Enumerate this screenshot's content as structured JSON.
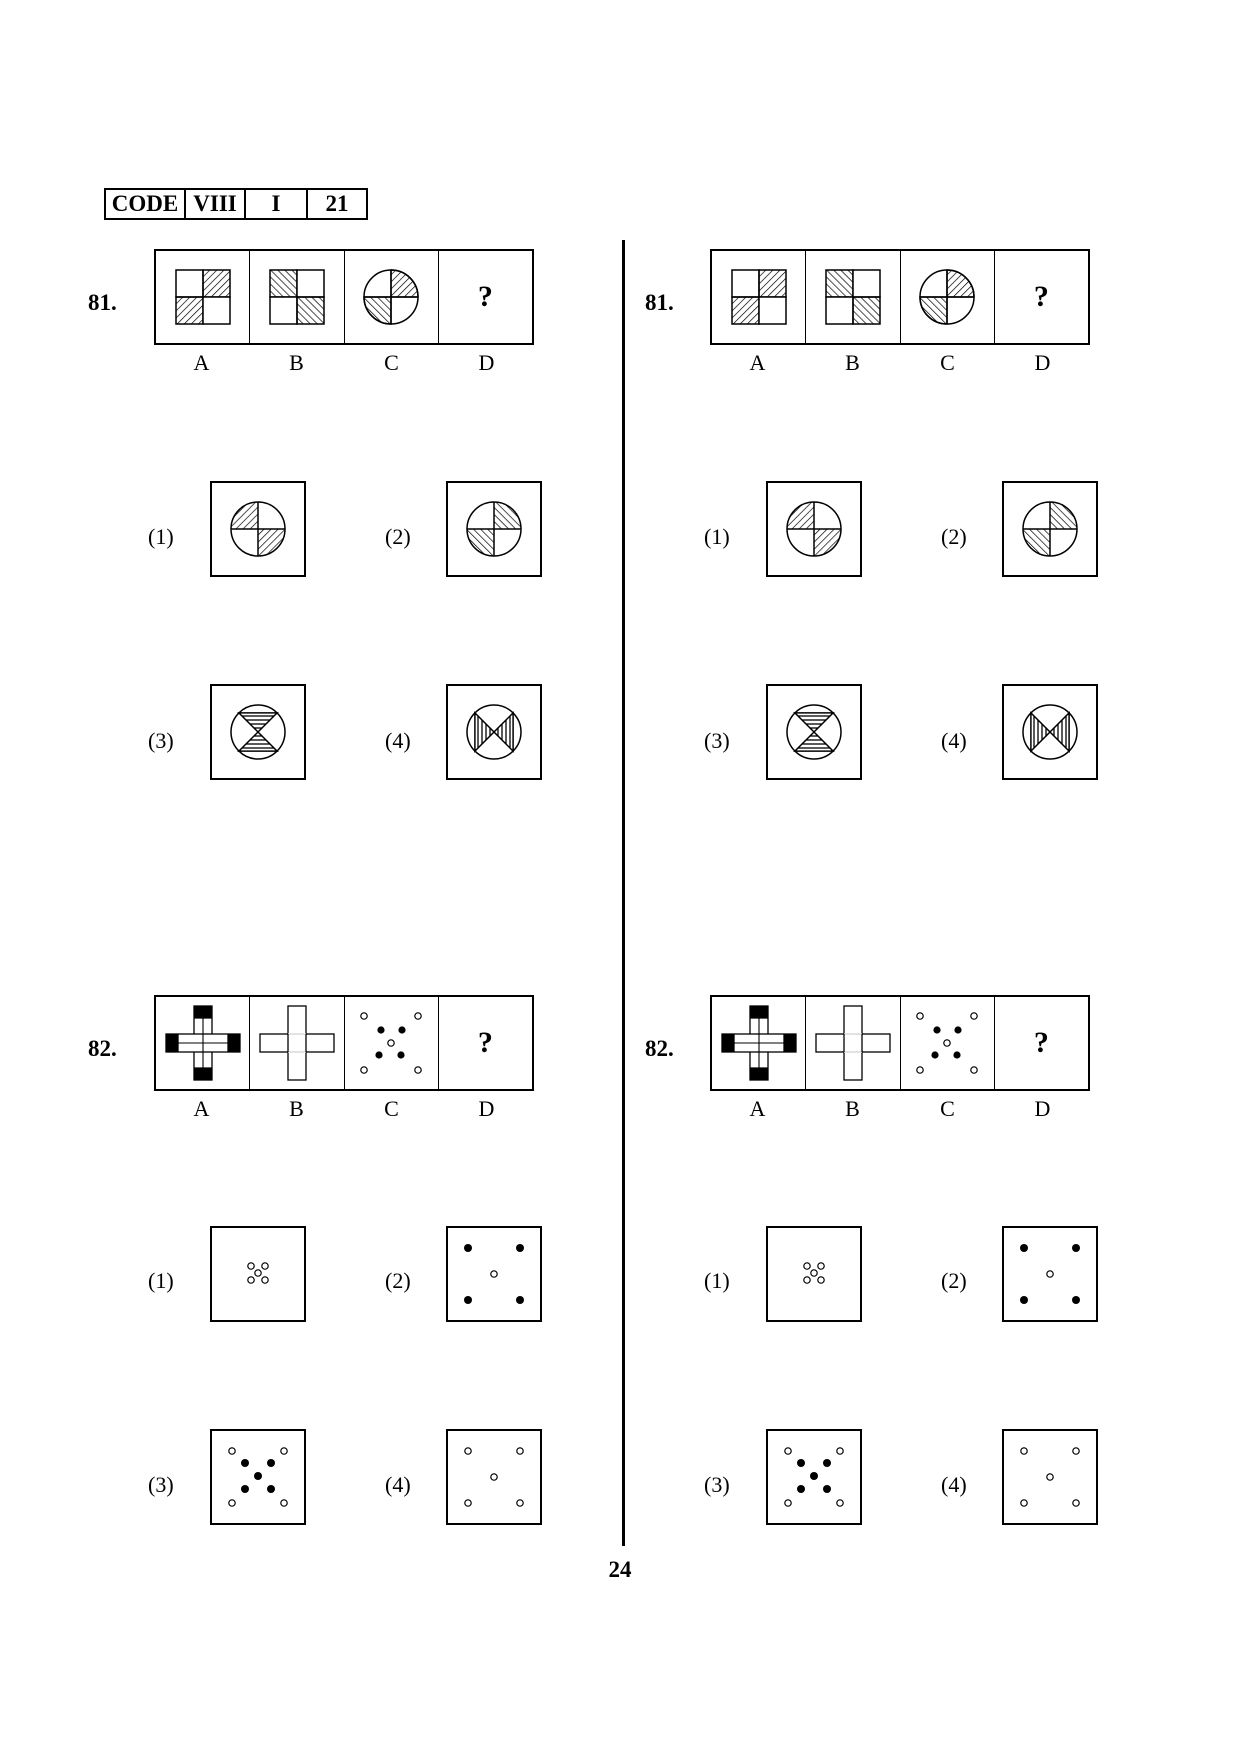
{
  "code_box": {
    "code": "CODE",
    "class": "VIII",
    "paper": "I",
    "set": "21"
  },
  "page_number": "24",
  "columns": [
    {
      "questions": [
        {
          "number": "81.",
          "problem_letters": [
            "A",
            "B",
            "C",
            "D"
          ],
          "question_mark": "?",
          "options": [
            "(1)",
            "(2)",
            "(3)",
            "(4)"
          ]
        },
        {
          "number": "82.",
          "problem_letters": [
            "A",
            "B",
            "C",
            "D"
          ],
          "question_mark": "?",
          "options": [
            "(1)",
            "(2)",
            "(3)",
            "(4)"
          ]
        }
      ]
    },
    {
      "questions": [
        {
          "number": "81.",
          "problem_letters": [
            "A",
            "B",
            "C",
            "D"
          ],
          "question_mark": "?",
          "options": [
            "(1)",
            "(2)",
            "(3)",
            "(4)"
          ]
        },
        {
          "number": "82.",
          "problem_letters": [
            "A",
            "B",
            "C",
            "D"
          ],
          "question_mark": "?",
          "options": [
            "(1)",
            "(2)",
            "(3)",
            "(4)"
          ]
        }
      ]
    }
  ]
}
